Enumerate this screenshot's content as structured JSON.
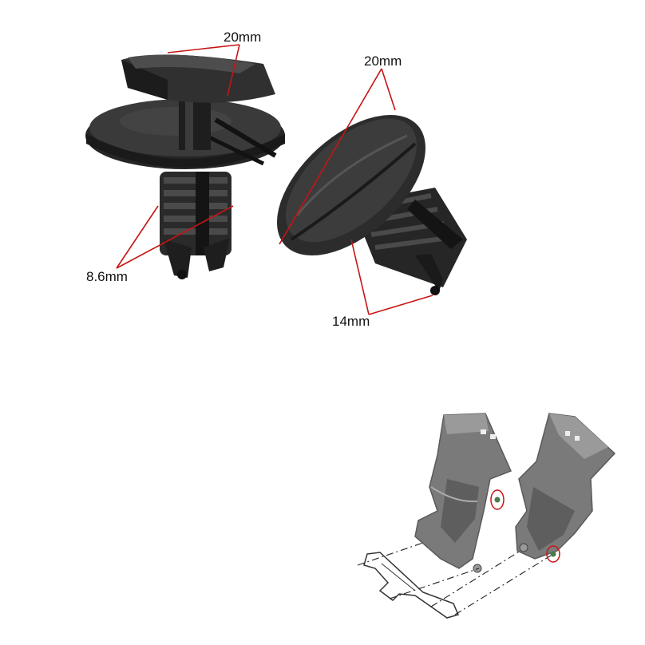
{
  "dimensions": {
    "clip_left_head": "20mm",
    "clip_left_shank": "8.6mm",
    "clip_right_head": "20mm",
    "clip_right_length": "14mm"
  },
  "colors": {
    "clip_body": "#2b2b2b",
    "clip_shadow": "#151515",
    "clip_highlight": "#5a5a5a",
    "dimension_line": "#c81414",
    "shield_fill": "#777777",
    "shield_dark": "#555555",
    "shield_light": "#a0a0a0",
    "bracket_line": "#333333",
    "highlight_circle": "#c81414"
  }
}
